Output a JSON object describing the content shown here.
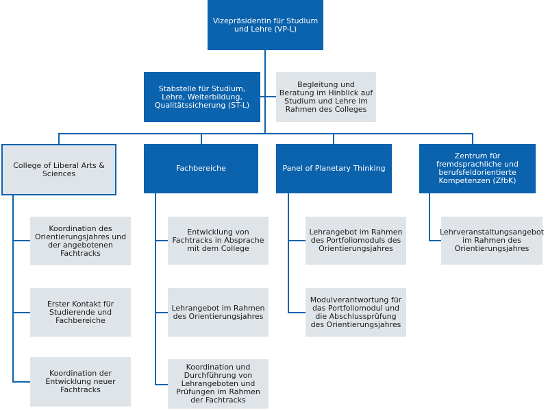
{
  "colors": {
    "primary": "#0b62ad",
    "secondary_fill": "#dfe4e9",
    "primary_text": "#ffffff",
    "secondary_text": "#1a1a1a"
  },
  "top": {
    "label": "Vizepräsidentin für Studium und Lehre (VP-L)"
  },
  "staff": {
    "stabstelle": "Stabstelle für Studium, Lehre, Weiterbildung, Qualitätssicherung (ST-L)",
    "begleitung": "Begleitung und Beratung im Hinblick auf Studium und Lehre im Rahmen des Colleges"
  },
  "units": [
    {
      "label": "College of Liberal Arts & Sciences",
      "items": [
        "Koordination des Orientierungsjahres und der angebotenen Fachtracks",
        "Erster Kontakt für Studierende und Fachbereiche",
        "Koordination der Entwicklung neuer Fachtracks"
      ]
    },
    {
      "label": "Fachbereiche",
      "items": [
        "Entwicklung von Fachtracks in Absprache mit dem College",
        "Lehrangebot im Rahmen des Orientierungsjahres",
        "Koordination und Durchführung von Lehrangeboten und Prüfungen im Rahmen der Fachtracks"
      ]
    },
    {
      "label": "Panel of Planetary Thinking",
      "items": [
        "Lehrangebot im Rahmen des Portfoliomoduls des Orientierungsjahres",
        "Modulverantwortung für das Portfoliomodul und die Abschlussprüfung des Orientierungsjahres"
      ]
    },
    {
      "label": "Zentrum für fremdsprachliche und berufsfeldorientierte Kompetenzen (ZfbK)",
      "items": [
        "Lehrveranstaltungsangebot im Rahmen des Orientierungsjahres"
      ]
    }
  ]
}
